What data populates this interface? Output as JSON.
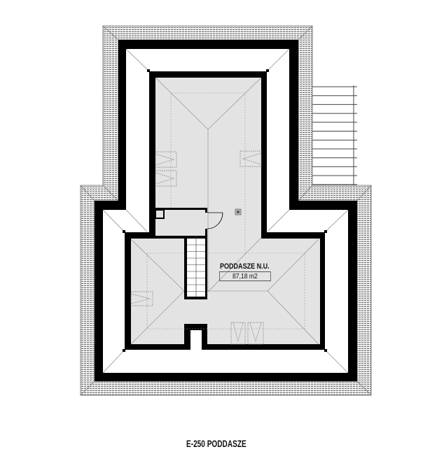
{
  "plan": {
    "title": "E-250 PODDASZE",
    "room": {
      "name": "PODDASZE N.U.",
      "area": "87,18 m2"
    }
  },
  "colors": {
    "wall": "#000000",
    "floor": "#e3e3e3",
    "eaves": "#ffffff",
    "roof_pattern": "#8a8a8a"
  }
}
